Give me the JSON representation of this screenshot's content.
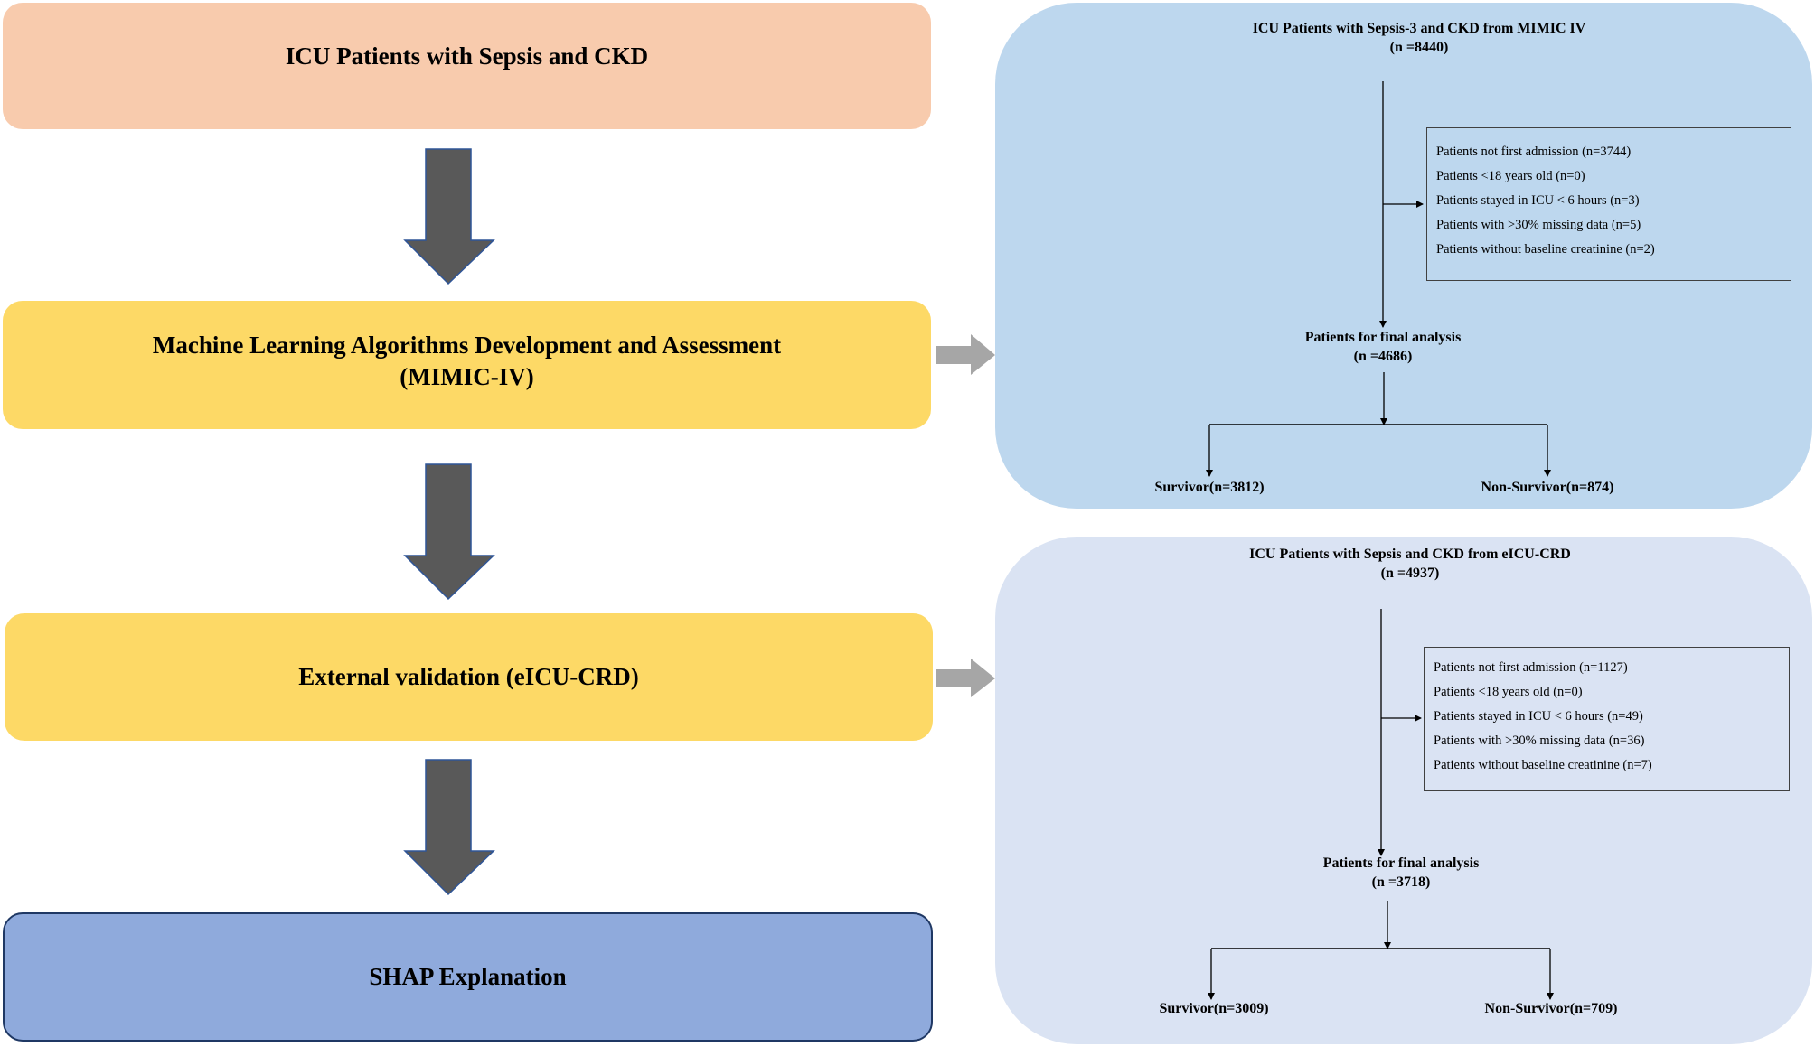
{
  "left_flow": {
    "step1": "ICU Patients with Sepsis and CKD",
    "step2_line1": "Machine Learning Algorithms Development and Assessment",
    "step2_line2": "(MIMIC-IV)",
    "step3": "External validation (eICU-CRD)",
    "step4": "SHAP Explanation"
  },
  "mimic_panel": {
    "title": "ICU Patients with Sepsis-3 and CKD from MIMIC IV",
    "title_n": "(n =8440)",
    "exclusions": [
      "Patients not first admission (n=3744)",
      "Patients <18 years old  (n=0)",
      "Patients stayed in ICU < 6 hours (n=3)",
      "Patients with >30% missing data (n=5)",
      "Patients without baseline creatinine (n=2)"
    ],
    "final_label": "Patients for final analysis",
    "final_n": "(n =4686)",
    "survivor": "Survivor(n=3812)",
    "non_survivor": "Non-Survivor(n=874)"
  },
  "eicu_panel": {
    "title": "ICU Patients with Sepsis and CKD from eICU-CRD",
    "title_n": "(n =4937)",
    "exclusions": [
      "Patients not first admission (n=1127)",
      "Patients <18 years old  (n=0)",
      "Patients stayed in ICU < 6 hours (n=49)",
      "Patients with >30% missing data (n=36)",
      "Patients without baseline creatinine (n=7)"
    ],
    "final_label": "Patients for final analysis",
    "final_n": "(n =3718)",
    "survivor": "Survivor(n=3009)",
    "non_survivor": "Non-Survivor(n=709)"
  },
  "colors": {
    "step1": "#f8cbad",
    "step2": "#fdd966",
    "step3": "#fdd966",
    "step4": "#8faadc",
    "mimic_panel": "#bdd7ee",
    "eicu_panel": "#dae3f3",
    "big_arrow": "#595959",
    "side_arrow": "#a6a6a6"
  }
}
